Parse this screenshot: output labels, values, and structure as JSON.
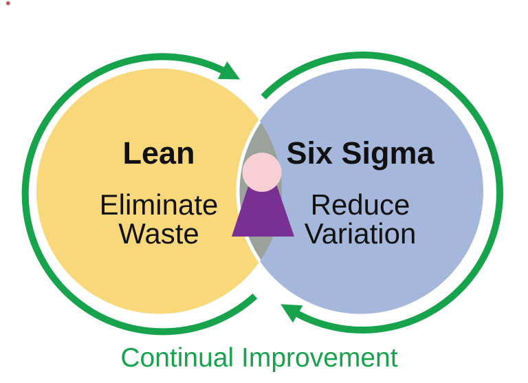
{
  "canvas": {
    "background": "#ffffff"
  },
  "marks": {
    "corner_speck_glyph": "✱",
    "corner_speck_color": "#c23b33"
  },
  "loop": {
    "color": "#17a24c",
    "caption": "Continual Improvement"
  },
  "venn": {
    "text_color": "#111111",
    "left": {
      "title": "Lean",
      "line1": "Eliminate",
      "line2": "Waste",
      "fill": "#f8d87b"
    },
    "right": {
      "title": "Six Sigma",
      "line1": "Reduce",
      "line2": "Variation",
      "fill": "#a5b8dc"
    },
    "overlap_fill": "#9aa29b"
  },
  "person": {
    "head_fill": "#f7cfd4",
    "body_fill": "#7a2f92"
  }
}
